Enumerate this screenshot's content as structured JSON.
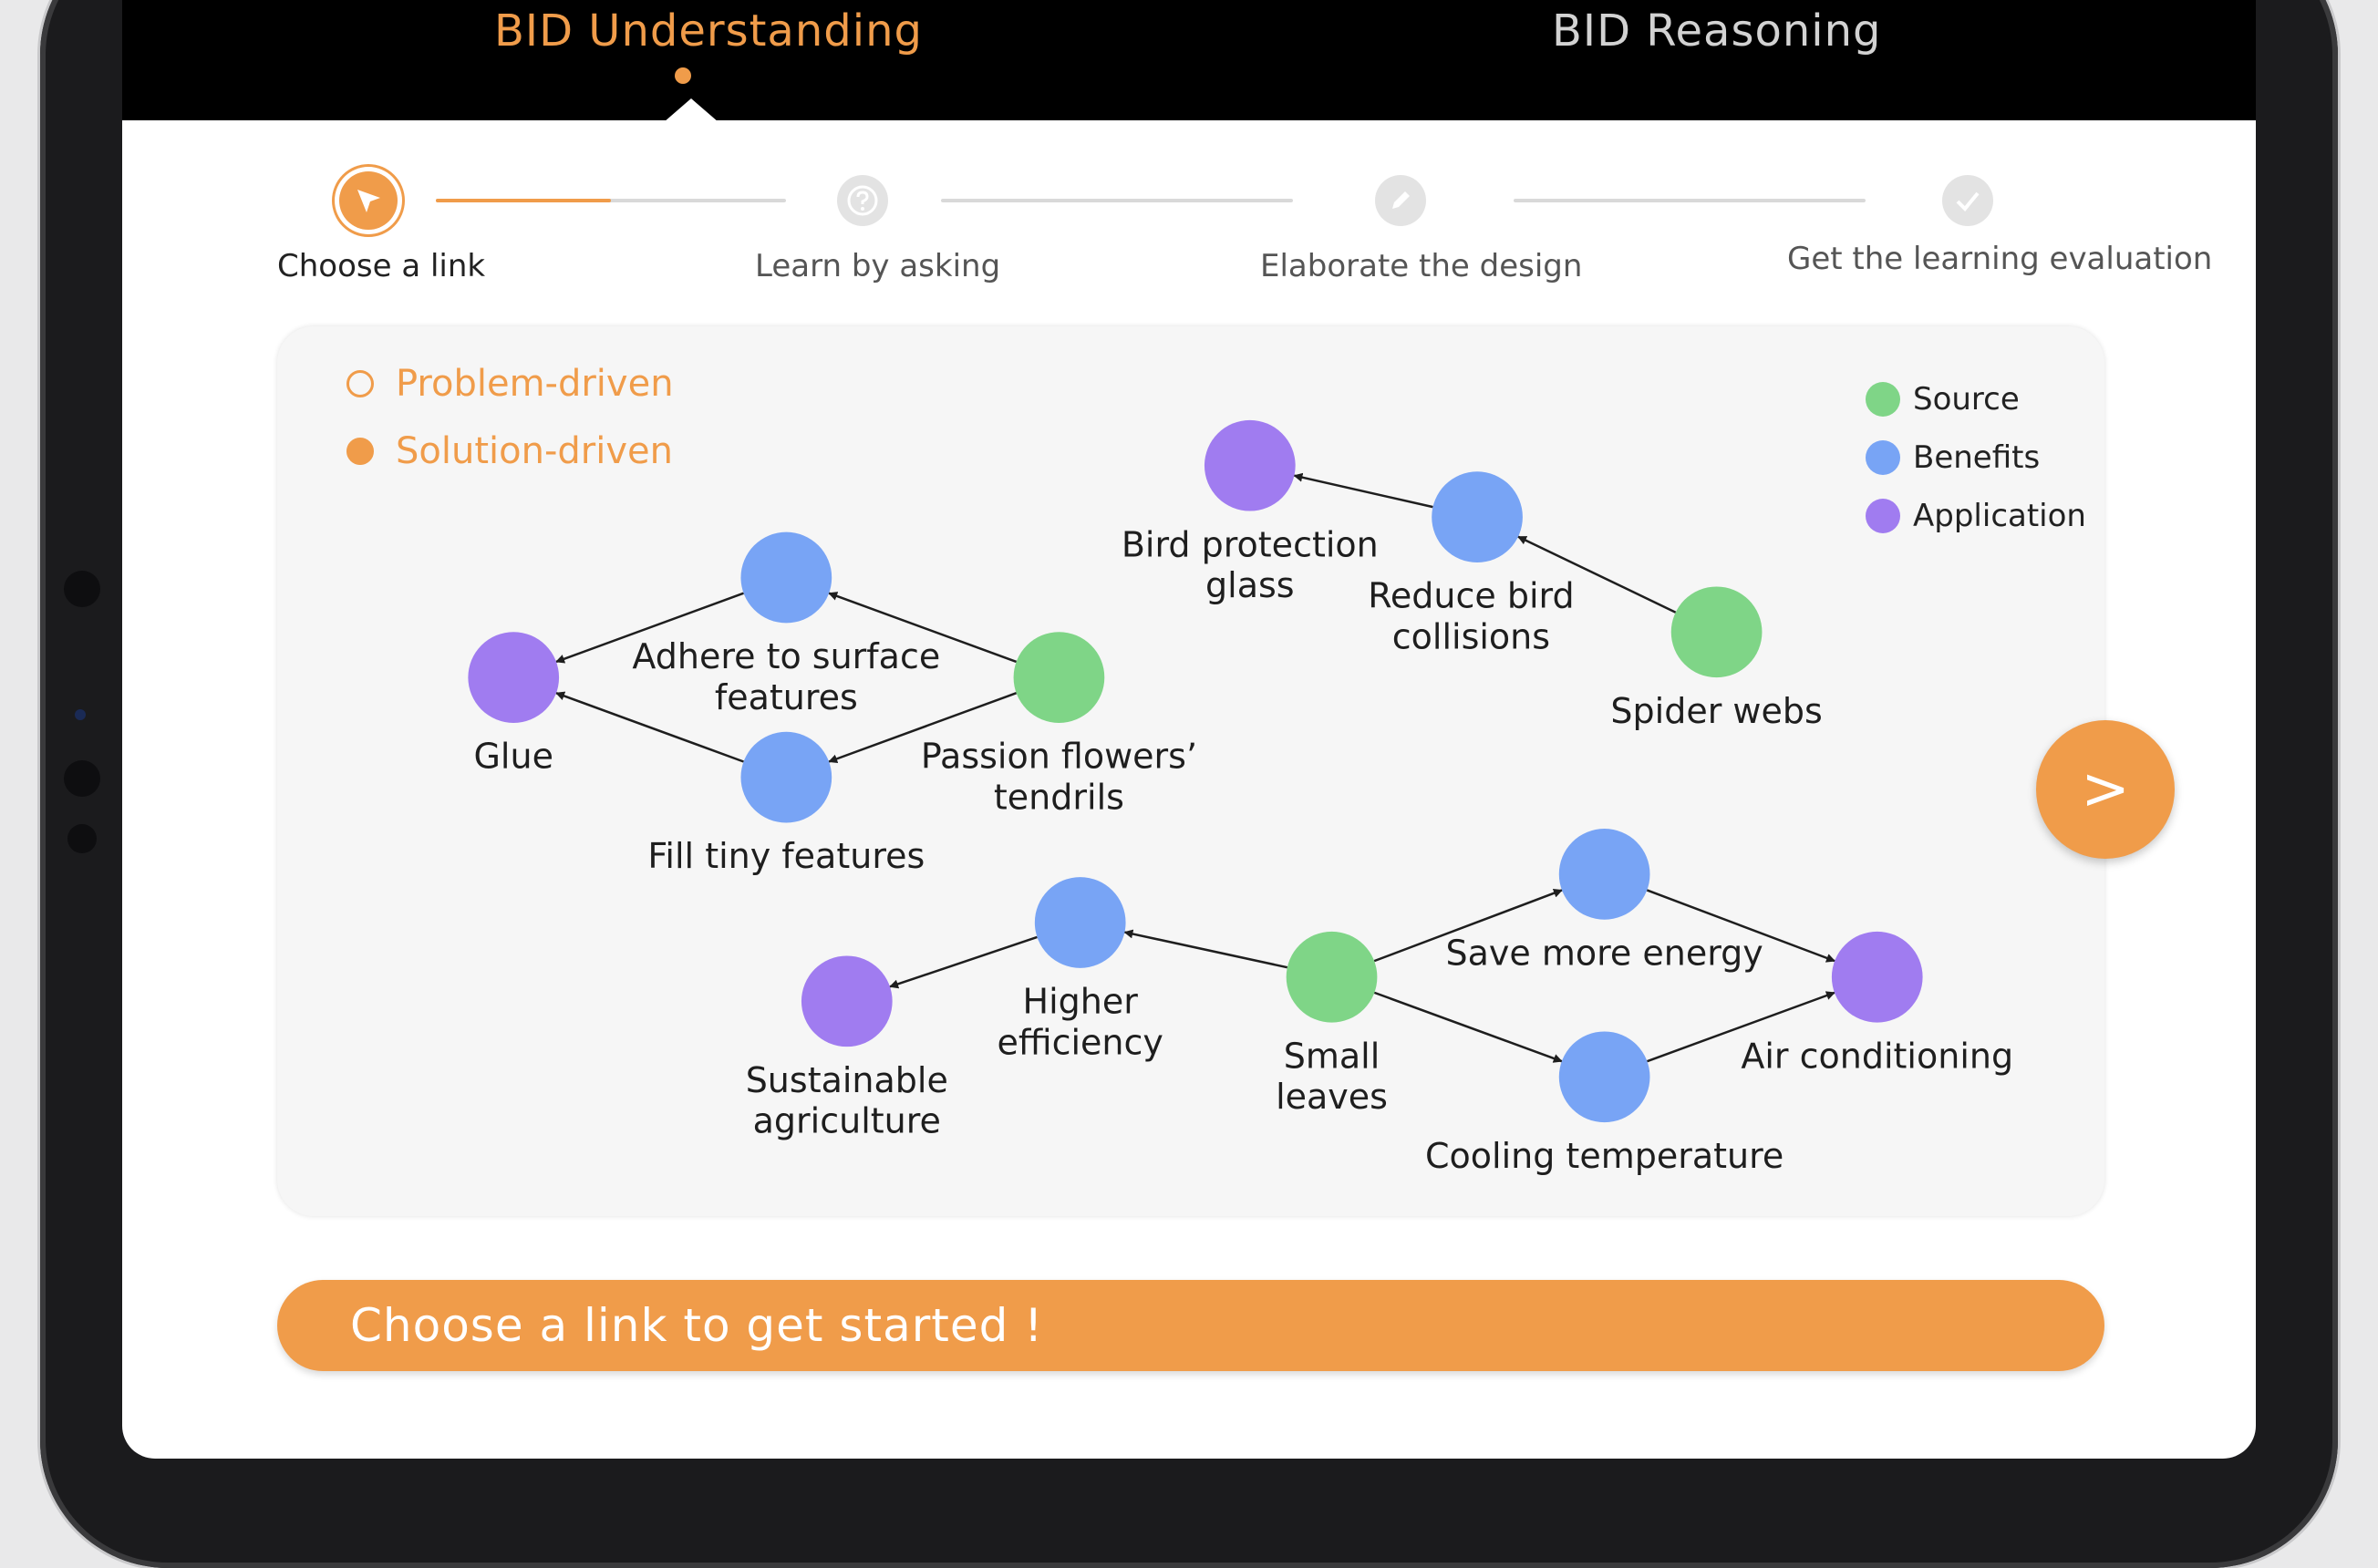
{
  "tabs": {
    "understanding": "BID Understanding",
    "reasoning": "BID Reasoning"
  },
  "stepper": {
    "steps": [
      {
        "label": "Choose a link",
        "state": "active",
        "icon": "cursor-arrow-icon"
      },
      {
        "label": "Learn by asking",
        "state": "pending",
        "icon": "question-icon"
      },
      {
        "label": "Elaborate the design",
        "state": "pending",
        "icon": "pencil-icon"
      },
      {
        "label": "Get the learning evaluation",
        "state": "pending",
        "icon": "check-icon"
      }
    ],
    "first_segment_progress": 0.5
  },
  "modes": {
    "problem": "Problem-driven",
    "solution": "Solution-driven",
    "selected": "solution"
  },
  "legend": {
    "source": "Source",
    "benefits": "Benefits",
    "application": "Application"
  },
  "colors": {
    "accent": "#f09c4a",
    "source": "#7fd587",
    "benefits": "#78a4f5",
    "application": "#a07cf0"
  },
  "graph": {
    "nodes": [
      {
        "id": "glue",
        "type": "application",
        "label_lines": [
          "Glue"
        ]
      },
      {
        "id": "adhere",
        "type": "benefits",
        "label_lines": [
          "Adhere to surface",
          "features"
        ]
      },
      {
        "id": "fill",
        "type": "benefits",
        "label_lines": [
          "Fill tiny features"
        ]
      },
      {
        "id": "passion",
        "type": "source",
        "label_lines": [
          "Passion flowers’",
          "tendrils"
        ]
      },
      {
        "id": "bird_glass",
        "type": "application",
        "label_lines": [
          "Bird protection",
          "glass"
        ]
      },
      {
        "id": "reduce",
        "type": "benefits",
        "label_lines": [
          "Reduce bird",
          "collisions"
        ]
      },
      {
        "id": "spider",
        "type": "source",
        "label_lines": [
          "Spider webs"
        ]
      },
      {
        "id": "sustain",
        "type": "application",
        "label_lines": [
          "Sustainable",
          "agriculture"
        ]
      },
      {
        "id": "higher",
        "type": "benefits",
        "label_lines": [
          "Higher",
          "efficiency"
        ]
      },
      {
        "id": "small",
        "type": "source",
        "label_lines": [
          "Small",
          "leaves"
        ]
      },
      {
        "id": "save",
        "type": "benefits",
        "label_lines": [
          "Save more energy"
        ]
      },
      {
        "id": "cooling",
        "type": "benefits",
        "label_lines": [
          "Cooling temperature"
        ]
      },
      {
        "id": "aircon",
        "type": "application",
        "label_lines": [
          "Air conditioning"
        ]
      }
    ],
    "edges": [
      {
        "from": "passion",
        "to": "adhere"
      },
      {
        "from": "passion",
        "to": "fill"
      },
      {
        "from": "adhere",
        "to": "glue"
      },
      {
        "from": "fill",
        "to": "glue"
      },
      {
        "from": "spider",
        "to": "reduce"
      },
      {
        "from": "reduce",
        "to": "bird_glass"
      },
      {
        "from": "small",
        "to": "higher"
      },
      {
        "from": "higher",
        "to": "sustain"
      },
      {
        "from": "small",
        "to": "save"
      },
      {
        "from": "small",
        "to": "cooling"
      },
      {
        "from": "save",
        "to": "aircon"
      },
      {
        "from": "cooling",
        "to": "aircon"
      }
    ]
  },
  "next_button": ">",
  "banner": "Choose a link to get started !"
}
